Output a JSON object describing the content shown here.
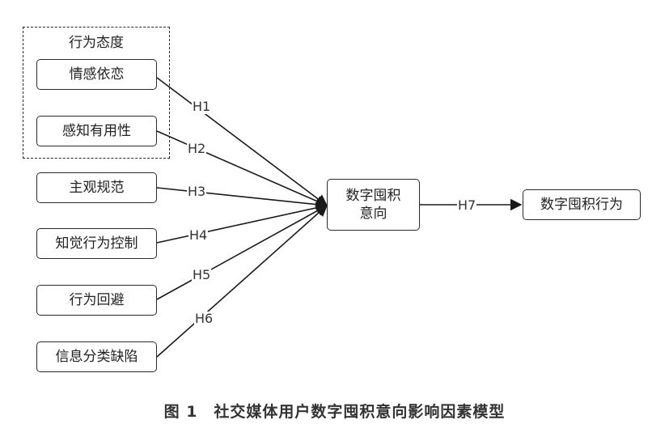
{
  "group": {
    "title": "行为态度"
  },
  "nodes": {
    "emotional_attachment": "情感依恋",
    "perceived_usefulness": "感知有用性",
    "subjective_norm": "主观规范",
    "perceived_behavioral_control": "知觉行为控制",
    "behavioral_avoidance": "行为回避",
    "information_classification_deficiency": "信息分类缺陷",
    "hoarding_intention_line1": "数字囤积",
    "hoarding_intention_line2": "意向",
    "hoarding_behavior": "数字囤积行为"
  },
  "hypotheses": {
    "h1": "H1",
    "h2": "H2",
    "h3": "H3",
    "h4": "H4",
    "h5": "H5",
    "h6": "H6",
    "h7": "H7"
  },
  "caption": "图 1　社交媒体用户数字囤积意向影响因素模型",
  "colors": {
    "line": "#1a1a1a",
    "text": "#222222"
  }
}
